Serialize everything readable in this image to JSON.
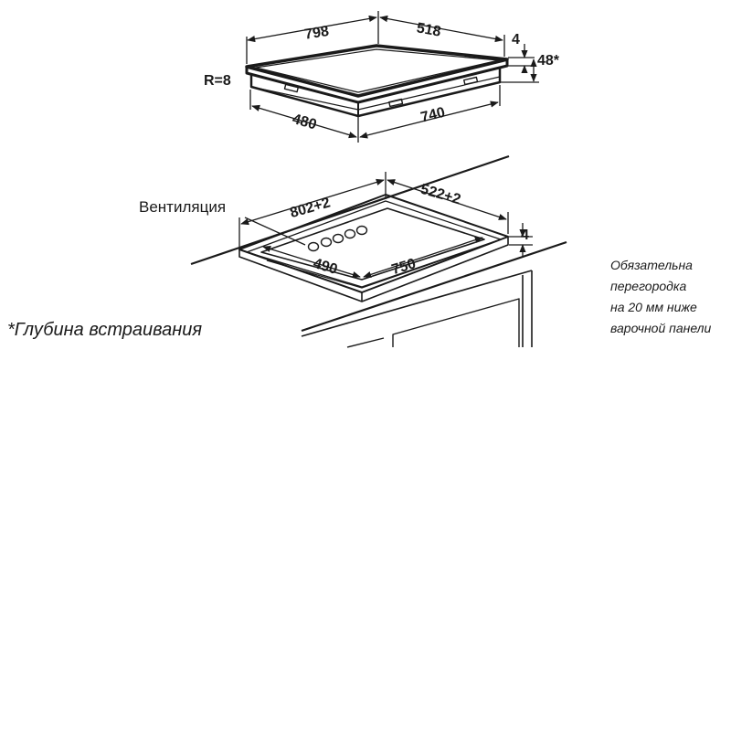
{
  "hob": {
    "width": "798",
    "depth": "518",
    "glass_thickness": "4",
    "build_in_depth": "48*",
    "corner_radius": "R=8",
    "body_depth": "480",
    "body_width": "740"
  },
  "cutout": {
    "ventilation_label": "Вентиляция",
    "width": "802+2",
    "depth": "522+2",
    "offset": "4",
    "inner_depth": "490",
    "inner_width": "750"
  },
  "partition_note": {
    "line1": "Обязательна",
    "line2": "перегородка",
    "line3": "на 20 мм ниже",
    "line4": "варочной панели"
  },
  "footnote": "*Глубина встраивания",
  "colors": {
    "line": "#1a1a1a",
    "background": "#ffffff"
  }
}
